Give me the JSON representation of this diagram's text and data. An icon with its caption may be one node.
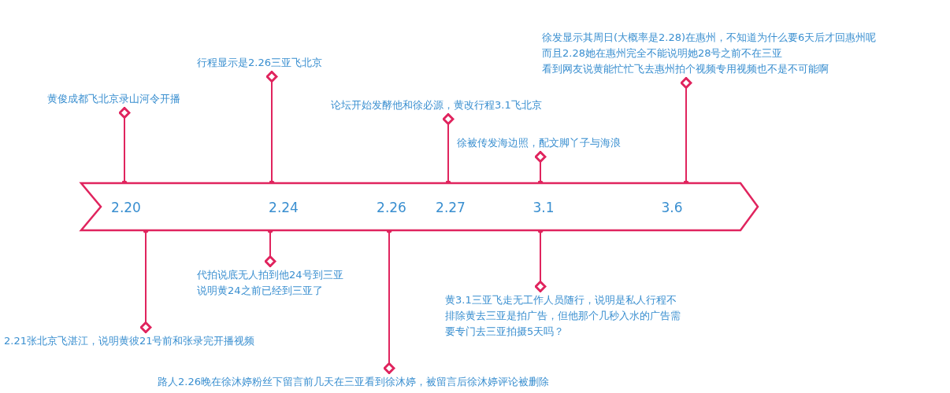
{
  "diagram": {
    "nodes": [
      {
        "text": [
          "2.20",
          "2.24",
          "2.26",
          "2.27",
          "3.1",
          "3.6"
        ]
      },
      {
        "text": [
          "黄俊成都飞北京录山河令开播"
        ]
      },
      {
        "text": [
          "行程显示是2.26三亚飞北京"
        ]
      },
      {
        "text": [
          "论坛开始发酵他和徐必源，黄改行程3.1飞北京"
        ]
      },
      {
        "text": [
          "徐被传发海边照，配文脚丫子与海浪"
        ]
      },
      {
        "text": [
          "徐发显示其周日(大概率是2.28)在惠州，不知道为什么要6天后才回惠州呢",
          "而且2.28她在惠州完全不能说明她28号之前不在三亚",
          "看到网友说黄能忙忙飞去惠州拍个视频专用视频也不是不可能啊"
        ]
      },
      {
        "text": [
          "2.21张北京飞湛江，说明黄彼21号前和张录完开播视频"
        ]
      },
      {
        "text": [
          "代拍说底无人拍到他24号到三亚",
          "说明黄24之前已经到三亚了"
        ]
      },
      {
        "text": [
          "路人2.26晚在徐沐婷粉丝下留言前几天在三亚看到徐沐婷，被留言后徐沐婷评论被删除"
        ]
      },
      {
        "text": [
          "黄3.1三亚飞走无工作人员随行，说明是私人行程不排除黄去三亚是拍广告，但他那个几秒入水的广告需要专门去三亚拍摄5天吗？"
        ]
      }
    ],
    "edges": [
      {
        "from": 0,
        "to": 1,
        "arrow": "other"
      },
      {
        "from": 0,
        "to": 2,
        "arrow": "other"
      },
      {
        "from": 0,
        "to": 3,
        "arrow": "other"
      },
      {
        "from": 0,
        "to": 4,
        "arrow": "other"
      },
      {
        "from": 0,
        "to": 5,
        "arrow": "other"
      },
      {
        "from": 0,
        "to": 6,
        "arrow": "other"
      },
      {
        "from": 0,
        "to": 7,
        "arrow": "other"
      },
      {
        "from": 0,
        "to": 8,
        "arrow": "other"
      },
      {
        "from": 0,
        "to": 9,
        "arrow": "other"
      }
    ]
  }
}
